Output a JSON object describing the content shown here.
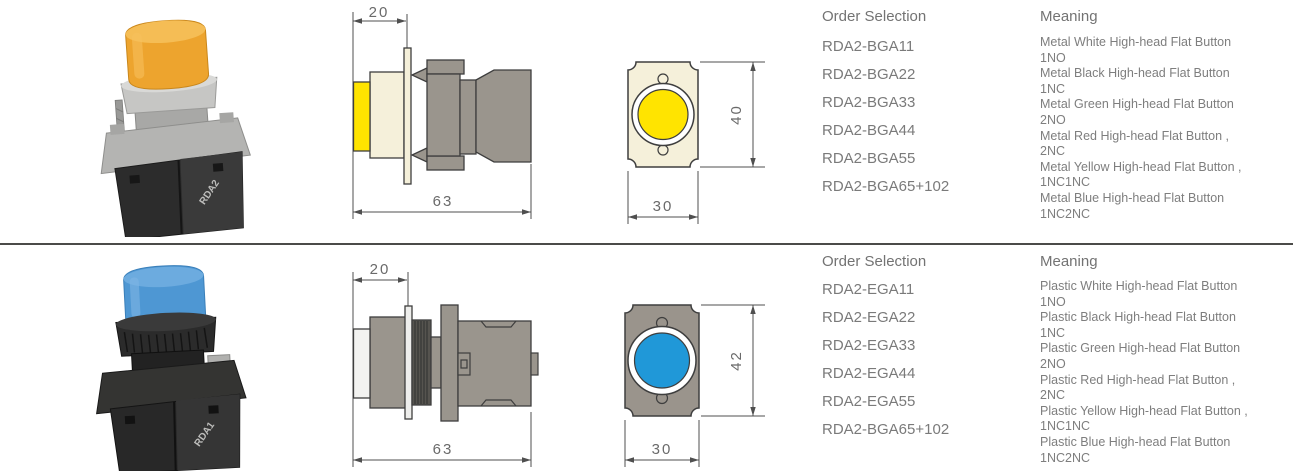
{
  "page": {
    "divider_color": "#4b4b49"
  },
  "colors": {
    "outline": "#3e3e3e",
    "dim_lines": "#4f4f4f",
    "drawing_gray": "#9a958d",
    "cream": "#f5f0da",
    "yellow": "#ffe400",
    "blue": "#2098d8",
    "photo_cap_yellow": "#eda42e",
    "photo_cap_blue": "#4e97d3",
    "text_gray": "#7a7a7a"
  },
  "rows": [
    {
      "photo_label": "RDA2",
      "dims": {
        "head": "20",
        "total": "63",
        "height": "40",
        "width": "30"
      },
      "order_header": "Order Selection",
      "meaning_header": "Meaning",
      "orders": [
        "RDA2-BGA11",
        "RDA2-BGA22",
        "RDA2-BGA33",
        "RDA2-BGA44",
        "RDA2-BGA55",
        "RDA2-BGA65+102"
      ],
      "meanings": [
        {
          "name": "Metal White High-head Flat Button",
          "contacts": "1NO"
        },
        {
          "name": "Metal Black High-head Flat Button",
          "contacts": "1NC"
        },
        {
          "name": "Metal Green High-head Flat Button",
          "contacts": "2NO"
        },
        {
          "name": "Metal Red High-head Flat Button ,",
          "contacts": "2NC"
        },
        {
          "name": "Metal Yellow High-head Flat Button ,",
          "contacts": "1NC1NC"
        },
        {
          "name": "Metal Blue High-head Flat Button",
          "contacts": "1NC2NC"
        }
      ]
    },
    {
      "photo_label": "RDA1",
      "dims": {
        "head": "20",
        "total": "63",
        "height": "42",
        "width": "30"
      },
      "order_header": "Order Selection",
      "meaning_header": "Meaning",
      "orders": [
        "RDA2-EGA11",
        "RDA2-EGA22",
        "RDA2-EGA33",
        "RDA2-EGA44",
        "RDA2-EGA55",
        "RDA2-BGA65+102"
      ],
      "meanings": [
        {
          "name": "Plastic White High-head Flat Button",
          "contacts": "1NO"
        },
        {
          "name": "Plastic Black High-head Flat Button",
          "contacts": "1NC"
        },
        {
          "name": "Plastic Green High-head Flat Button",
          "contacts": "2NO"
        },
        {
          "name": "Plastic Red High-head Flat Button ,",
          "contacts": "2NC"
        },
        {
          "name": "Plastic Yellow High-head Flat Button ,",
          "contacts": "1NC1NC"
        },
        {
          "name": "Plastic Blue High-head Flat Button",
          "contacts": "1NC2NC"
        }
      ]
    }
  ]
}
